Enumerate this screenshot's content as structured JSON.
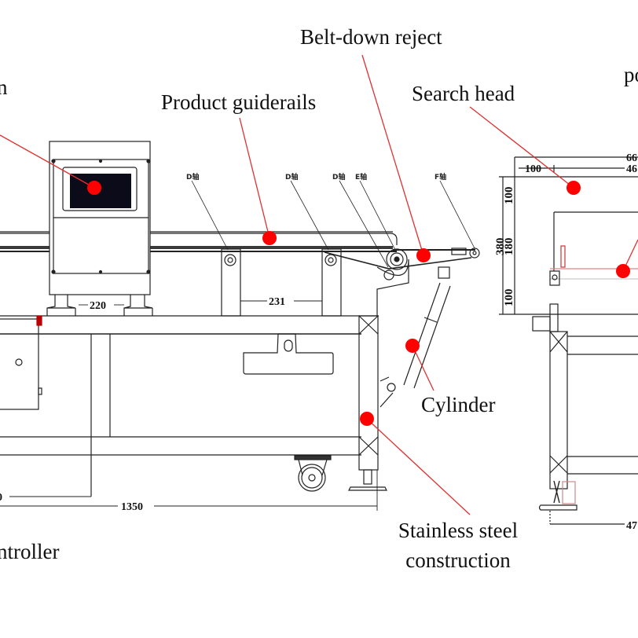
{
  "diagram": {
    "title": "Metal detector conveyor – side and end elevation",
    "accent_color": "#ff0000",
    "line_color": "#222222",
    "callouts": [
      {
        "id": "display-screen",
        "label": "n"
      },
      {
        "id": "product-guiderails",
        "label": "Product guiderails"
      },
      {
        "id": "belt-down-reject",
        "label": "Belt-down reject"
      },
      {
        "id": "search-head",
        "label": "Search head"
      },
      {
        "id": "cut-right",
        "label": "po"
      },
      {
        "id": "cylinder",
        "label": "Cylinder"
      },
      {
        "id": "controller",
        "label": "ntroller"
      },
      {
        "id": "stainless-steel",
        "label": "Stainless steel\nconstruction"
      }
    ],
    "axis_labels": [
      "D轴",
      "D轴",
      "D轴",
      "E轴",
      "F轴"
    ],
    "dimensions": {
      "foot_spacing": "220",
      "inner_span": "231",
      "overall_length": "1350",
      "left_offset": "0",
      "end_top_1": "66",
      "end_top_2": "46",
      "end_top_left": "100",
      "end_height_total": "380",
      "end_height_mid": "180",
      "end_height_top": "100",
      "end_height_bottom": "100",
      "end_base": "47"
    }
  }
}
